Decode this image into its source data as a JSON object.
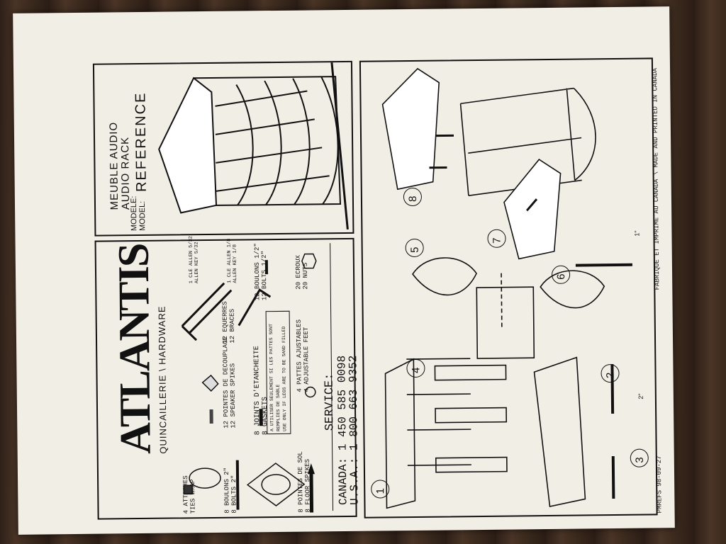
{
  "sheet": {
    "brand": "ATLANTIS",
    "brand_sub": "QUINCAILLERIE \\ HARDWARE",
    "title_fr_line1": "MEUBLE AUDIO",
    "title_en_line1": "AUDIO RACK",
    "model_label_fr": "MODELE:",
    "model_label_en": "MODEL:",
    "model_name": "REFERENCE",
    "footer_code": "PMREFS  98-09-27",
    "footer_made": "FABRIQUE ET IMPRIME AU CANADA \\ MADE AND PRINTED IN CANADA"
  },
  "parts": {
    "ties_fr": "4 ATTACHES",
    "ties_en": "TIES WRAP",
    "bolts2_fr": "8 BOULONS 2\"",
    "bolts2_en": "8 BOLTS 2\"",
    "decouple_fr": "12 POINTES DE DECOUPLAGE",
    "decouple_en": "12 SPEAKER SPIKES",
    "equerres_fr": "12 EQUERRES",
    "equerres_en": "12 BRACES",
    "allen532_fr": "1 CLE ALLEN 5/32",
    "allen532_en": "ALLEN KEY 5/32",
    "allen18_fr": "1 CLE ALLEN 1/8",
    "allen18_en": "ALLEN KEY 1/8",
    "gaskets_fr": "8 JOINTS D'ETANCHEITE",
    "gaskets_en": "8 GASKETS",
    "gasket_note_1": "A UTILISER SEULEMENT SI LES PATTES SONT",
    "gasket_note_2": "REMPLIES DE SABLE",
    "gasket_note_3": "USE ONLY IF LEGS ARE TO BE SAND FILLED",
    "bolts12_fr": "12 BOULONS 1/2\"",
    "bolts12_en": "12 BOLTS 1/2\"",
    "floor_fr": "8 POINTES DE SOL",
    "floor_en": "8 FLOOR SPIKES",
    "adj_fr": "4 PATTES AJUSTABLES",
    "adj_en": "4 ADJUSTABLE FEET",
    "nuts_fr": "20 ECROUX",
    "nuts_en": "20 NUTS"
  },
  "service": {
    "label": "SERVICE:",
    "canada": "CANADA: 1  450  585  0098",
    "usa": "U.S.A.: 1  800  663  9352"
  },
  "steps": [
    "1",
    "2",
    "3",
    "4",
    "5",
    "6",
    "7",
    "8"
  ],
  "dims": {
    "one_inch": "1\"",
    "two_inch": "2\""
  }
}
